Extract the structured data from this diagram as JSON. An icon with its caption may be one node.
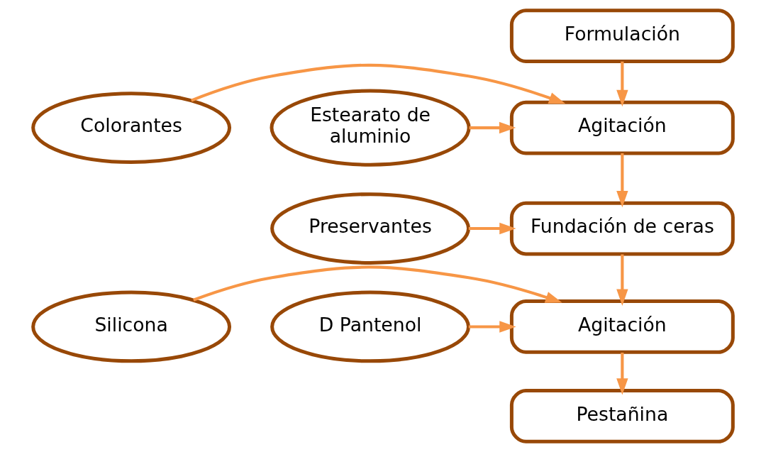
{
  "diagram": {
    "nodes": [
      {
        "text": [
          "Formulación"
        ]
      },
      {
        "text": [
          "Agitación"
        ]
      },
      {
        "text": [
          "Colorantes"
        ]
      },
      {
        "text": [
          "Estearato de aluminio"
        ]
      },
      {
        "text": [
          "Fundación de ceras"
        ]
      },
      {
        "text": [
          "Preservantes"
        ]
      },
      {
        "text": [
          "Silicona"
        ]
      },
      {
        "text": [
          "Agitación"
        ]
      },
      {
        "text": [
          "D Pantenol"
        ]
      },
      {
        "text": [
          "Pestañina"
        ]
      }
    ],
    "edges": [
      {
        "from": 0,
        "to": 1,
        "arrow": "to"
      },
      {
        "from": 2,
        "to": 1,
        "arrow": "to"
      },
      {
        "from": 3,
        "to": 1,
        "arrow": "to"
      },
      {
        "from": 1,
        "to": 4,
        "arrow": "to"
      },
      {
        "from": 5,
        "to": 4,
        "arrow": "to"
      },
      {
        "from": 4,
        "to": 7,
        "arrow": "to"
      },
      {
        "from": 6,
        "to": 7,
        "arrow": "to"
      },
      {
        "from": 8,
        "to": 7,
        "arrow": "to"
      },
      {
        "from": 7,
        "to": 9,
        "arrow": "to"
      }
    ]
  }
}
